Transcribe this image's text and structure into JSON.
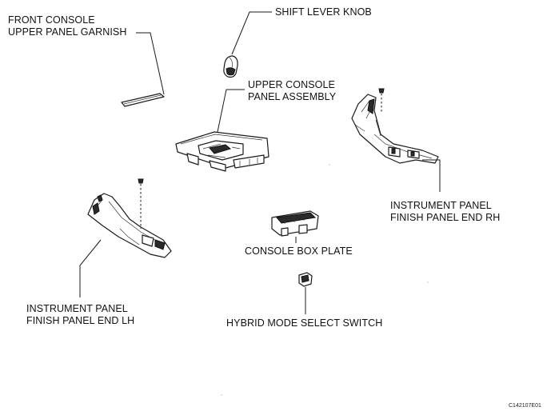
{
  "labels": {
    "front_console_garnish": [
      "FRONT CONSOLE",
      "UPPER PANEL GARNISH"
    ],
    "shift_lever_knob": [
      "SHIFT LEVER KNOB"
    ],
    "upper_console_panel": [
      "UPPER CONSOLE",
      "PANEL ASSEMBLY"
    ],
    "instrument_panel_rh": [
      "INSTRUMENT PANEL",
      "FINISH PANEL END RH"
    ],
    "console_box_plate": [
      "CONSOLE BOX PLATE"
    ],
    "instrument_panel_lh": [
      "INSTRUMENT PANEL",
      "FINISH PANEL END LH"
    ],
    "hybrid_mode_switch": [
      "HYBRID MODE SELECT SWITCH"
    ]
  },
  "figure_code": "C142107E01"
}
